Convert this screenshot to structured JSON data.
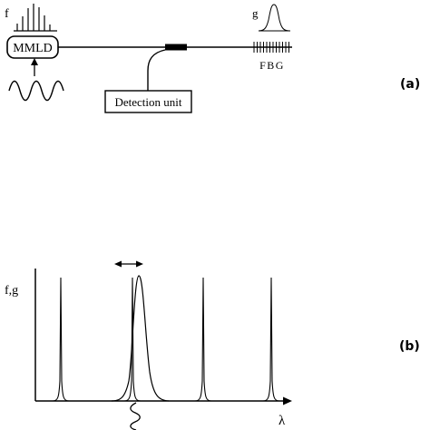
{
  "panel_a": {
    "label": "(a)",
    "f_label": "f",
    "g_label": "g",
    "laser_label": "MMLD",
    "detector_label": "Detection unit",
    "grating_label": "FBG"
  },
  "panel_b": {
    "label": "(b)",
    "y_axis_label": "f,g",
    "x_axis_label": "λ"
  }
}
